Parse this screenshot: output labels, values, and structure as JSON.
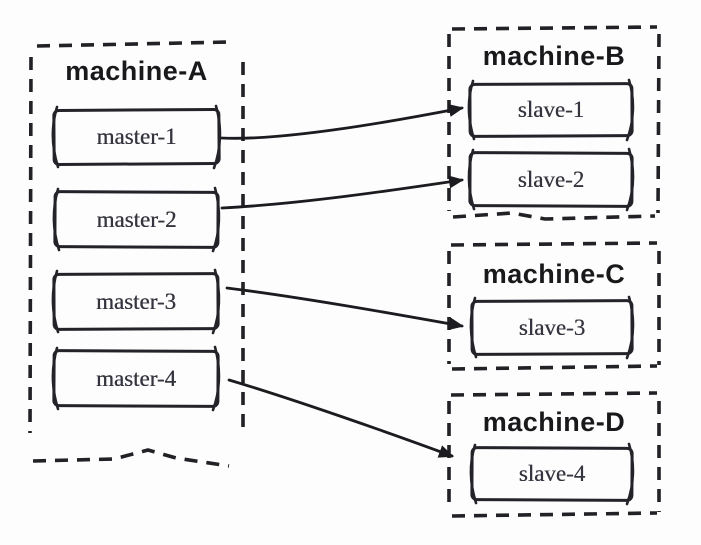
{
  "diagram": {
    "type": "master-slave-replication-topology",
    "machines": [
      {
        "label": "machine-A",
        "nodes": [
          "master-1",
          "master-2",
          "master-3",
          "master-4"
        ]
      },
      {
        "label": "machine-B",
        "nodes": [
          "slave-1",
          "slave-2"
        ]
      },
      {
        "label": "machine-C",
        "nodes": [
          "slave-3"
        ]
      },
      {
        "label": "machine-D",
        "nodes": [
          "slave-4"
        ]
      }
    ],
    "connections": [
      {
        "from": "master-1",
        "to": "slave-1"
      },
      {
        "from": "master-2",
        "to": "slave-2"
      },
      {
        "from": "master-3",
        "to": "slave-3"
      },
      {
        "from": "master-4",
        "to": "slave-4"
      }
    ],
    "colors": {
      "stroke": "#212126",
      "title_text": "#19191c",
      "node_text": "#35353f",
      "background": "#fdfdfd"
    }
  }
}
